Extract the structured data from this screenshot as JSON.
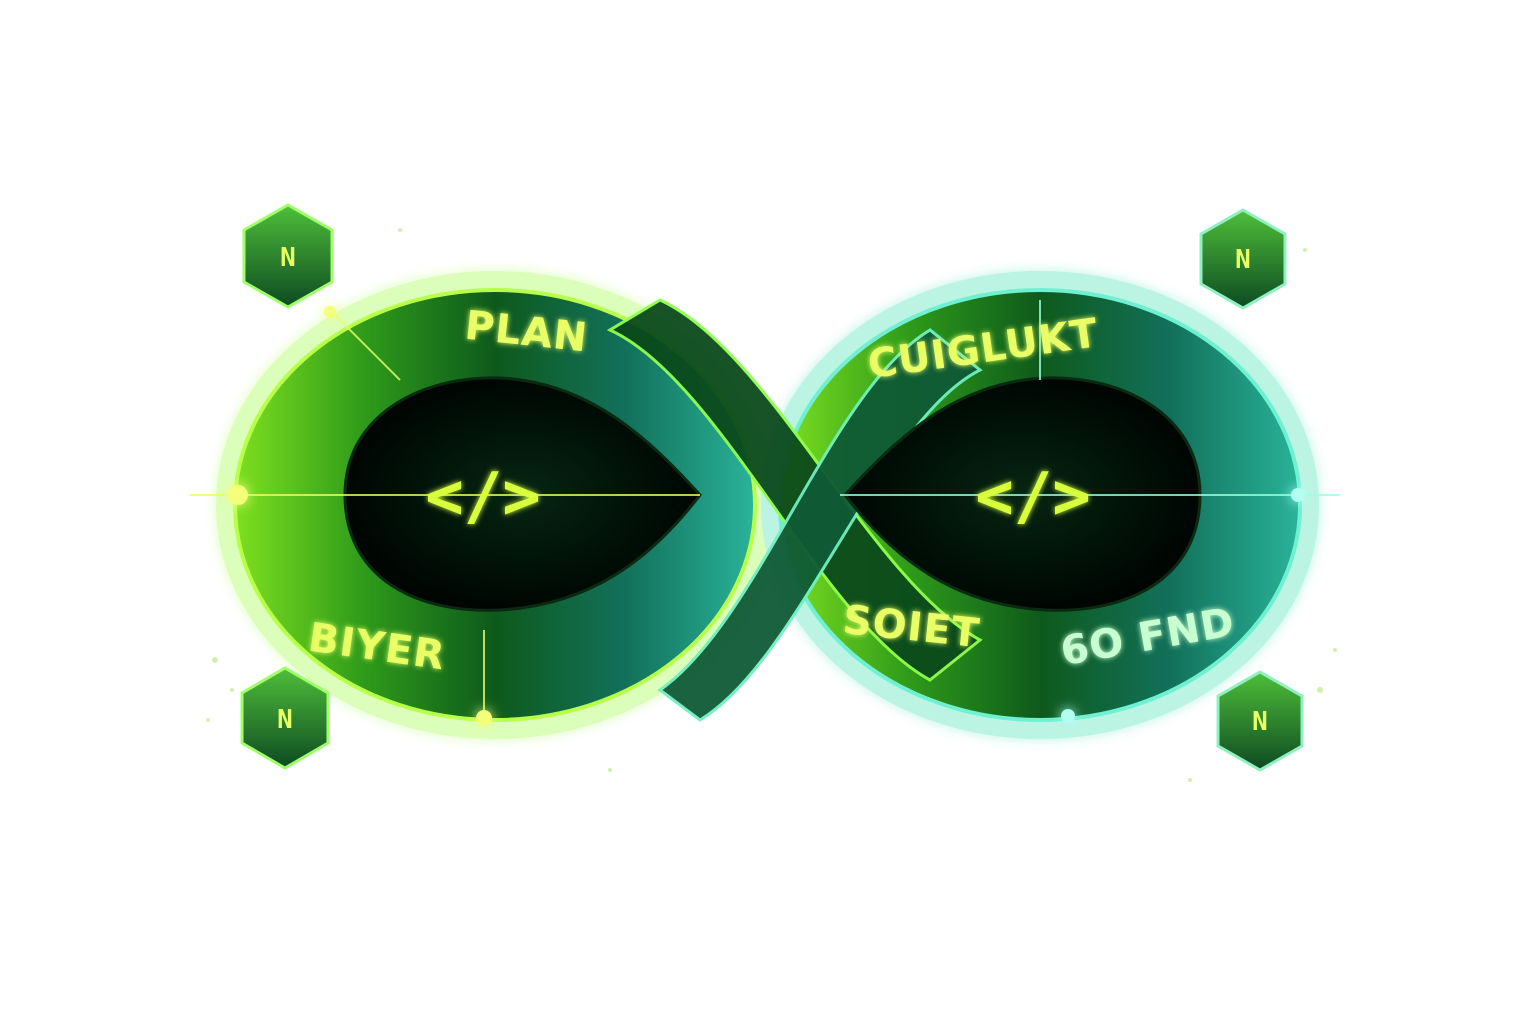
{
  "loop": {
    "labels": {
      "top_left": "PLAN",
      "top_right": "CUIGLUKT",
      "bottom_left": "BIYER",
      "bottom_mid": "SOIET",
      "bottom_right": "6O FND"
    },
    "code_symbol": "</>"
  },
  "hex_badges": {
    "top_left": "N",
    "top_right": "N",
    "bottom_left": "N",
    "bottom_right": "N"
  },
  "colors": {
    "lime": "#d8ff3a",
    "green": "#3fb52a",
    "teal": "#2aa088",
    "dark": "#031a0e",
    "label": "#e8ff66"
  },
  "icons": [
    "code-icon",
    "hexagon-badge-icon"
  ]
}
